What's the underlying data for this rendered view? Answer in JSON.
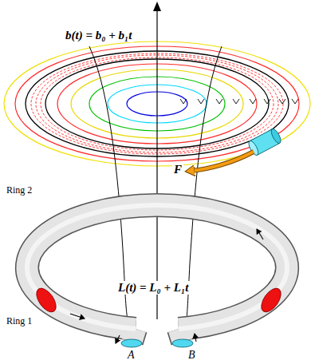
{
  "diagram": {
    "labels": [
      "b(t) = b₀ + b₁t",
      "F",
      "Ring 2",
      "L(t) = L₀ + L₁t",
      "Ring 1",
      "A",
      "B"
    ]
  }
}
